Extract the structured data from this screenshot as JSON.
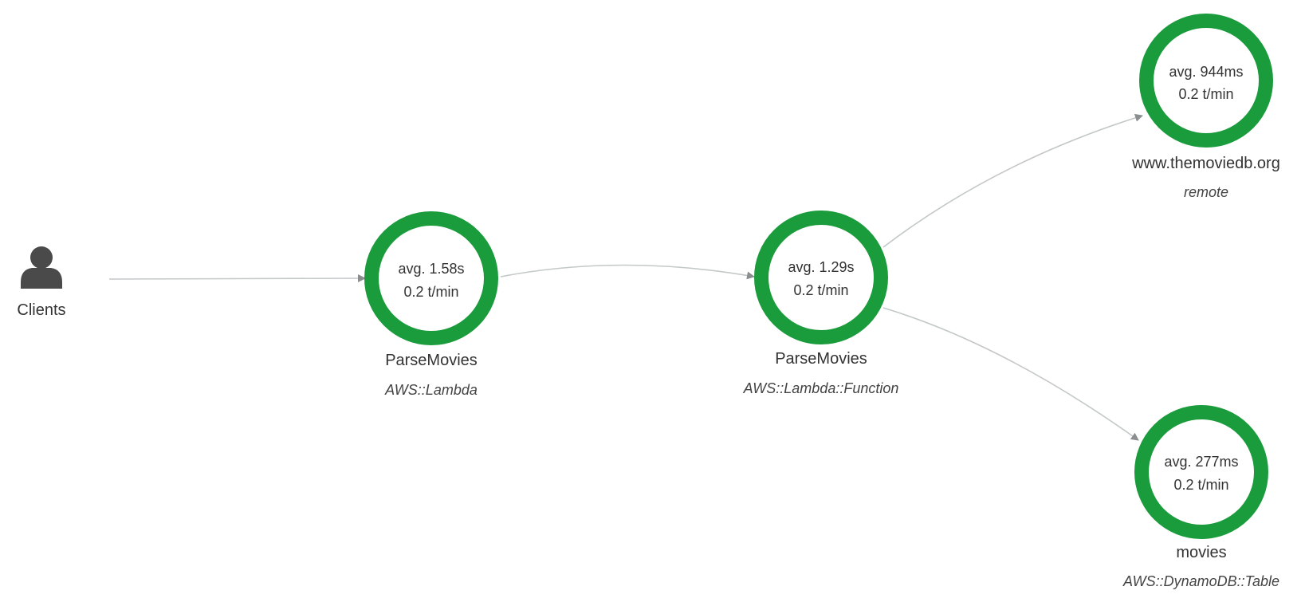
{
  "colors": {
    "healthy": "#1a9b3c",
    "edge": "#c3c8c8",
    "arrow": "#8a8e8e",
    "text": "#333333",
    "icon": "#4a4a4a"
  },
  "client": {
    "label": "Clients",
    "icon": "person-icon"
  },
  "nodes": [
    {
      "id": "parse-movies-lambda",
      "avg": "avg. 1.58s",
      "rate": "0.2 t/min",
      "name": "ParseMovies",
      "type": "AWS::Lambda"
    },
    {
      "id": "parse-movies-function",
      "avg": "avg. 1.29s",
      "rate": "0.2 t/min",
      "name": "ParseMovies",
      "type": "AWS::Lambda::Function"
    },
    {
      "id": "themoviedb-remote",
      "avg": "avg. 944ms",
      "rate": "0.2 t/min",
      "name": "www.themoviedb.org",
      "type": "remote"
    },
    {
      "id": "movies-table",
      "avg": "avg. 277ms",
      "rate": "0.2 t/min",
      "name": "movies",
      "type": "AWS::DynamoDB::Table"
    }
  ]
}
